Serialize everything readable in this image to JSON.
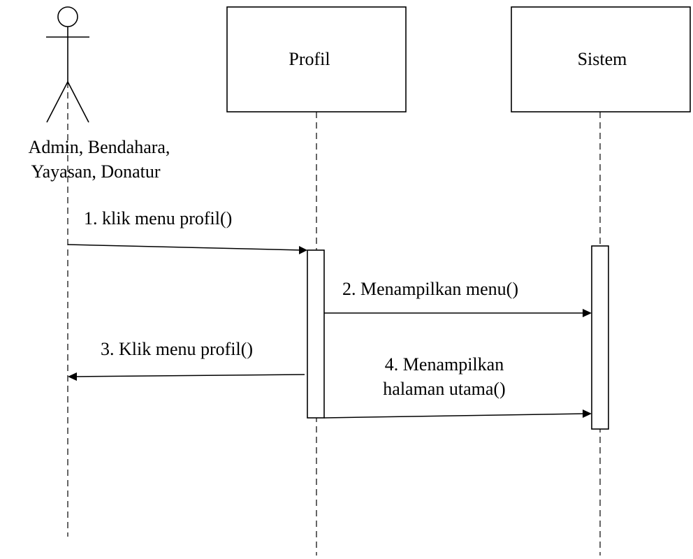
{
  "actor": {
    "label_line1": "Admin, Bendahara,",
    "label_line2": "Yayasan, Donatur"
  },
  "participants": [
    {
      "label": "Profil"
    },
    {
      "label": "Sistem"
    }
  ],
  "messages": [
    {
      "label": "1. klik menu profil()"
    },
    {
      "label": "2. Menampilkan menu()"
    },
    {
      "label": "3. Klik menu profil()"
    },
    {
      "label_line1": "4. Menampilkan",
      "label_line2": "halaman utama()"
    }
  ]
}
